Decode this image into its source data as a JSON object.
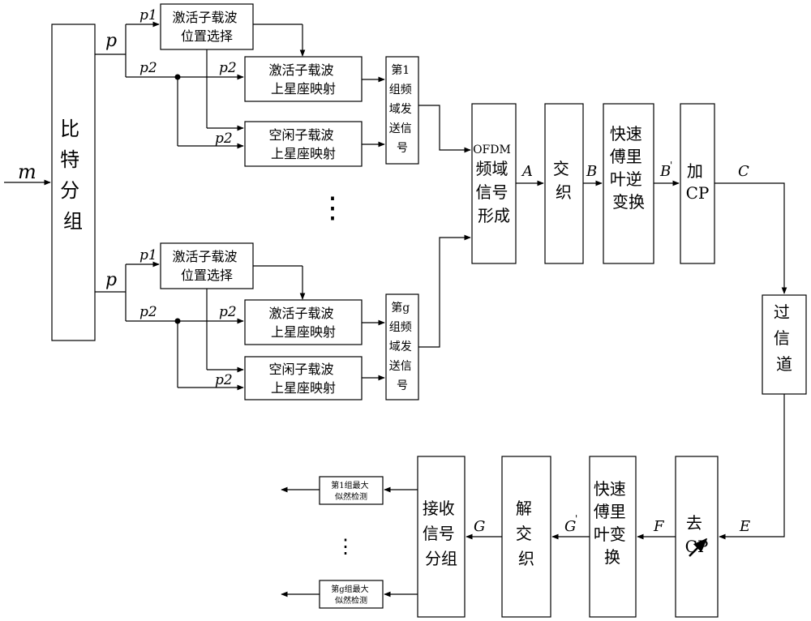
{
  "input_label": "m",
  "bit_group": [
    "比",
    "特",
    "分",
    "组"
  ],
  "p_label": "p",
  "p1_label": "p1",
  "p2_label": "p2",
  "group1": {
    "pos_select": [
      "激活子载波",
      "位置选择"
    ],
    "active_map": [
      "激活子载波",
      "上星座映射"
    ],
    "idle_map": [
      "空闲子载波",
      "上星座映射"
    ],
    "freq_signal": [
      "第1",
      "组频",
      "域发",
      "送信",
      "号"
    ]
  },
  "groupg": {
    "pos_select": [
      "激活子载波",
      "位置选择"
    ],
    "active_map": [
      "激活子载波",
      "上星座映射"
    ],
    "idle_map": [
      "空闲子载波",
      "上星座映射"
    ],
    "freq_signal": [
      "第g",
      "组频",
      "域发",
      "送信",
      "号"
    ]
  },
  "vdots": "⋮",
  "ofdm": [
    "OFDM",
    "频域",
    "信号",
    "形成"
  ],
  "interleave": [
    "交",
    "织"
  ],
  "ifft": [
    "快速",
    "傅里",
    "叶逆",
    "变换"
  ],
  "add_cp": [
    "加",
    "CP"
  ],
  "channel": [
    "过",
    "信",
    "道"
  ],
  "remove_cp": [
    "去",
    "CP"
  ],
  "fft": [
    "快速",
    "傅里",
    "叶变",
    "换"
  ],
  "deinterleave": [
    "解",
    "交",
    "织"
  ],
  "recv_group": [
    "接收",
    "信号",
    "分组"
  ],
  "ml_detect_1": [
    "第1组最大",
    "似然检测"
  ],
  "ml_detect_g": [
    "第g组最大",
    "似然检测"
  ],
  "signal_labels": {
    "A": "A",
    "B": "B",
    "Bp": "B",
    "C": "C",
    "E": "E",
    "F": "F",
    "Gp": "G",
    "G": "G"
  }
}
